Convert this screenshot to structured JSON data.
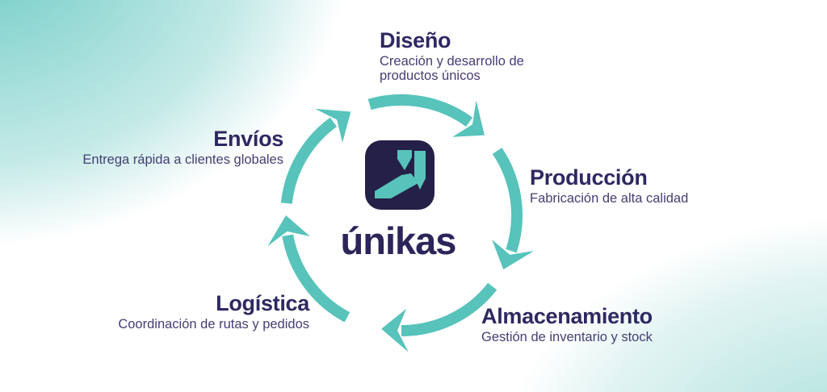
{
  "brand": {
    "name": "únikas",
    "logo_icon": "unikas-mark-icon"
  },
  "cycle": {
    "direction": "clockwise",
    "stages": [
      {
        "id": "diseno",
        "title": "Diseño",
        "description": "Creación y desarrollo de productos únicos",
        "position": "top"
      },
      {
        "id": "produccion",
        "title": "Producción",
        "description": "Fabricación de alta calidad",
        "position": "right"
      },
      {
        "id": "almacenamiento",
        "title": "Almacenamiento",
        "description": "Gestión de inventario y stock",
        "position": "bottom-right"
      },
      {
        "id": "logistica",
        "title": "Logística",
        "description": "Coordinación de rutas y pedidos",
        "position": "bottom-left"
      },
      {
        "id": "envios",
        "title": "Envíos",
        "description": "Entrega rápida a clientes globales",
        "position": "left"
      }
    ]
  },
  "colors": {
    "accent-teal": "#57c3bb",
    "title-navy": "#2e2862",
    "subtitle-navy": "#443e74",
    "logo-bg": "#252047",
    "wordmark-navy": "#2b2559"
  }
}
